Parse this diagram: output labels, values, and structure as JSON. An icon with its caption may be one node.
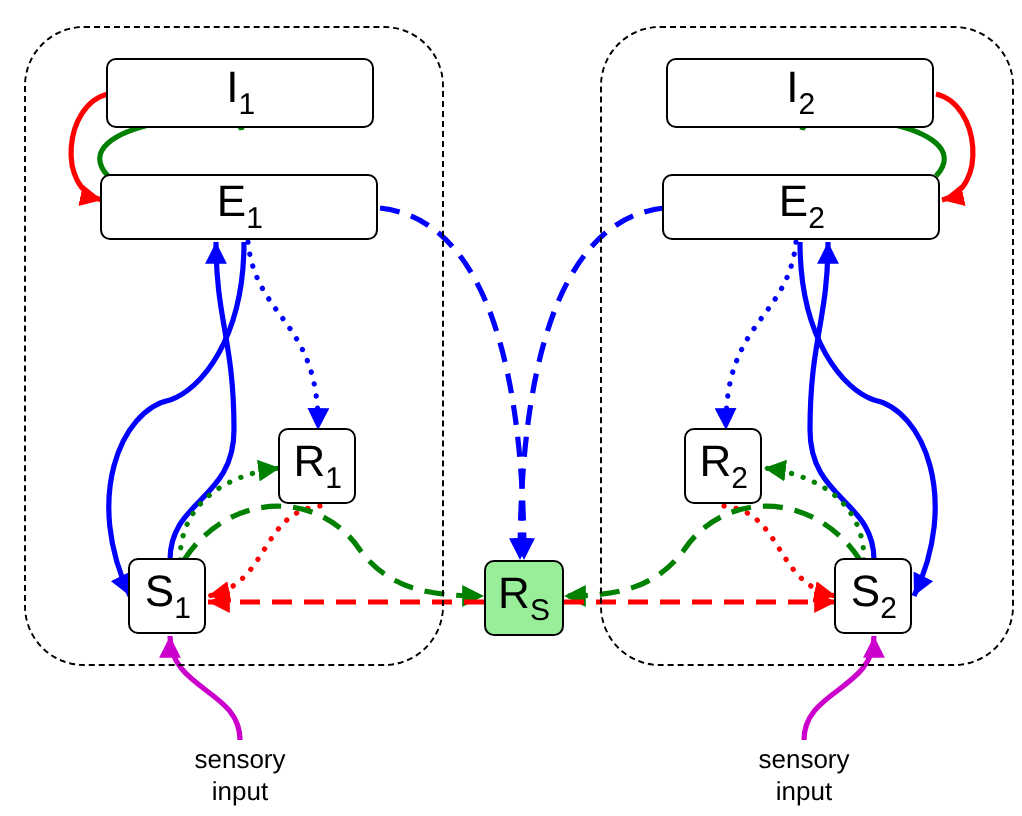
{
  "diagram": {
    "nodes": [
      {
        "text": [],
        "shape": "box"
      },
      {
        "text": [
          "I$_{1}$"
        ],
        "in": 0
      },
      {
        "text": [
          "E$_{1}$"
        ],
        "in": 0
      },
      {
        "text": [
          "R$_{1}$"
        ],
        "in": 0
      },
      {
        "text": [
          "S$_{1}$"
        ],
        "in": 0
      },
      {
        "text": [],
        "shape": "box"
      },
      {
        "text": [
          "I$_{2}$"
        ],
        "in": 5
      },
      {
        "text": [
          "E$_{2}$"
        ],
        "in": 5
      },
      {
        "text": [
          "R$_{2}$"
        ],
        "in": 5
      },
      {
        "text": [
          "S$_{2}$"
        ],
        "in": 5
      },
      {
        "text": [
          "R$_{S}$"
        ]
      },
      {
        "text": [
          "sensory input"
        ]
      },
      {
        "text": [
          "sensory input"
        ]
      }
    ],
    "edges": [
      {
        "from": 1,
        "to": 2,
        "arrow": "to",
        "color": "#ff0000"
      },
      {
        "from": 2,
        "to": 1,
        "arrow": "to",
        "color": "#008000"
      },
      {
        "from": 2,
        "to": 4,
        "arrow": "to"
      },
      {
        "from": 4,
        "to": 2,
        "arrow": "to"
      },
      {
        "from": 2,
        "to": 3,
        "arrow": "to",
        "style": "dashed"
      },
      {
        "from": 4,
        "to": 3,
        "arrow": "to",
        "style": "dashed",
        "color": "#008000"
      },
      {
        "from": 3,
        "to": 4,
        "arrow": "to",
        "style": "dashed",
        "color": "#ff0000"
      },
      {
        "from": 4,
        "to": 10,
        "arrow": "to",
        "style": "dashed",
        "color": "#008000"
      },
      {
        "from": 10,
        "to": 4,
        "arrow": "to",
        "style": "dashed",
        "color": "#ff0000"
      },
      {
        "from": 2,
        "to": 10,
        "arrow": "to",
        "style": "dashed"
      },
      {
        "from": 7,
        "to": 10,
        "arrow": "to",
        "style": "dashed"
      },
      {
        "from": 6,
        "to": 7,
        "arrow": "to",
        "color": "#ff0000"
      },
      {
        "from": 7,
        "to": 6,
        "arrow": "to",
        "color": "#008000"
      },
      {
        "from": 7,
        "to": 9,
        "arrow": "to"
      },
      {
        "from": 9,
        "to": 7,
        "arrow": "to"
      },
      {
        "from": 7,
        "to": 8,
        "arrow": "to",
        "style": "dashed"
      },
      {
        "from": 9,
        "to": 8,
        "arrow": "to",
        "style": "dashed",
        "color": "#008000"
      },
      {
        "from": 8,
        "to": 9,
        "arrow": "to",
        "style": "dashed",
        "color": "#ff0000"
      },
      {
        "from": 9,
        "to": 10,
        "arrow": "to",
        "style": "dashed",
        "color": "#008000"
      },
      {
        "from": 10,
        "to": 9,
        "arrow": "to",
        "style": "dashed",
        "color": "#ff0000"
      },
      {
        "from": 11,
        "to": 4,
        "arrow": "to",
        "color": "#cc00cc"
      },
      {
        "from": 12,
        "to": 9,
        "arrow": "to",
        "color": "#cc00cc"
      }
    ]
  }
}
